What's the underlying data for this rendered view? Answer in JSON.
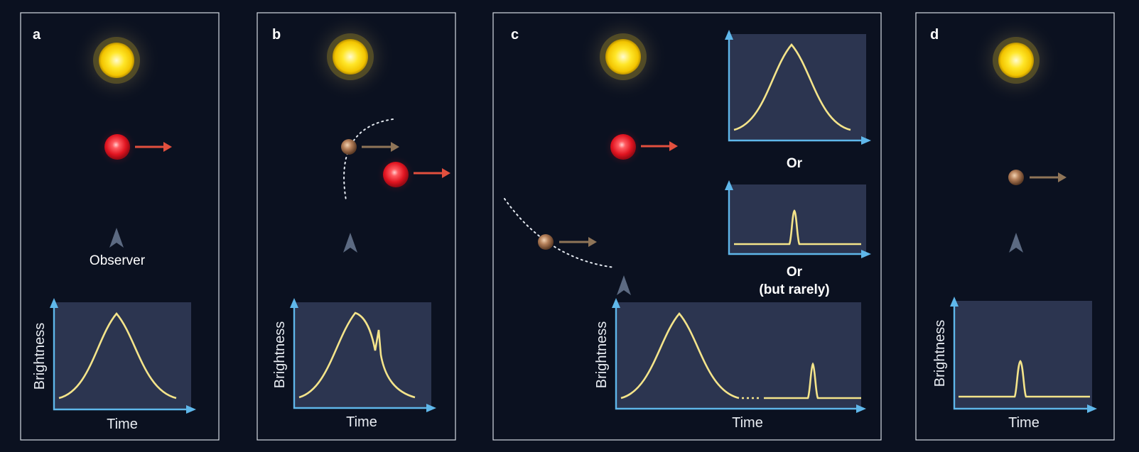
{
  "panels": [
    {
      "label": "a",
      "observer_label": "Observer",
      "ylabel": "Brightness",
      "xlabel": "Time"
    },
    {
      "label": "b",
      "ylabel": "Brightness",
      "xlabel": "Time"
    },
    {
      "label": "c",
      "ylabel": "Brightness",
      "xlabel": "Time",
      "or_label": "Or",
      "or_label_2": "Or",
      "rarely_label": "(but rarely)"
    },
    {
      "label": "d",
      "ylabel": "Brightness",
      "xlabel": "Time"
    }
  ],
  "colors": {
    "background": "#0b1120",
    "panel_border": "#d6dbe3",
    "plot_bg": "#2c3550",
    "axis": "#5fb7ea",
    "curve": "#f4e48a",
    "star_red": "#e8202a",
    "planet": "#b07a52",
    "arrow_red": "#e2503e",
    "arrow_brown": "#8f7558",
    "observer": "#5c6a82",
    "sun": "#ffd400"
  },
  "icons": [
    "sun-icon",
    "lens-star-icon",
    "planet-icon",
    "observer-icon",
    "motion-arrow-icon"
  ]
}
